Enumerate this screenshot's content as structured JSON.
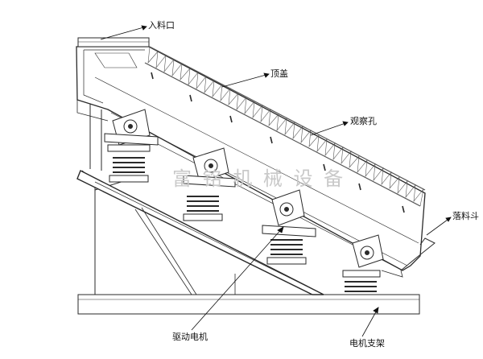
{
  "labels": {
    "feed_inlet": "入料口",
    "top_cover": "顶盖",
    "inspection_hole": "观察孔",
    "discharge_hopper": "落料斗",
    "drive_motor": "驱动电机",
    "motor_bracket": "电机支架"
  },
  "watermark": "富 铭 机 械 设 备",
  "colors": {
    "line": "#2a2a2a",
    "truss": "#555555",
    "watermark": "#c9c9c9"
  }
}
